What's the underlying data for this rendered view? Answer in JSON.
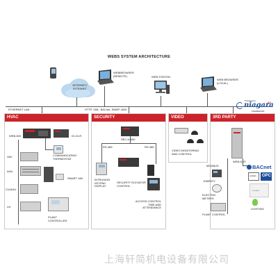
{
  "title": "WEBs SYSTEM ARCHITECTURE",
  "network": {
    "cloud_label": "INTERNET/ INTRANET",
    "webbrowser_remote": "WEBBROWSER (REMOTE)",
    "web_station": "WEB STATION",
    "webbrowser_local": "WEB BROWSER (LOCAL)",
    "ethernet_lan": "ETHERNET LAN",
    "protocols": "HTTP, XML, BACnet, SNMP, oBIX"
  },
  "niagara_logo": {
    "powered_by": "Powered by",
    "name": "niagara",
    "superscript": "AX",
    "framework": "FRAMEWORK"
  },
  "hvac": {
    "header": "HVAC",
    "web600": "WEB-600",
    "io24r": "IO-24-R",
    "vav": "VAV",
    "thermostat": "COMMUNICATING THERMOSTAT",
    "ahu": "AHU",
    "smart_vav": "SMART VAV",
    "cv_ahu": "CV/AHU",
    "uv": "UV",
    "plant_controller": "PLANT CONTROLLER"
  },
  "security": {
    "header": "SECURITY",
    "sec600": "SEC-H-600",
    "rs485_left": "RS-485",
    "rs485_right": "RS-485",
    "intrusion": "INTRUSION KEYPAD DISPLAY",
    "elevator": "SECURITY ELEVATOR CONTROL",
    "access": "ACCESS CONTROL TIME AND ATTENDANCE"
  },
  "video": {
    "header": "VIDEO",
    "monitoring": "VIDEO MONITORING AND CONTROL"
  },
  "third_party": {
    "header": "3RD PARTY",
    "modbus": "MODBUS",
    "energy": "ENERGY",
    "electric_meters": "ELECTRIC METERS",
    "plant_control": "PLANT CONTROL",
    "webnxs": "WEB-NXS",
    "bacnet": "BACnet",
    "lighting": "LIGHTING",
    "logos": [
      "LonMark",
      "OPC",
      "Lumina"
    ]
  },
  "watermark": "上海轩简机电设备有限公司",
  "colors": {
    "accent_red": "#cc2229",
    "bus_line": "#555555",
    "cloud": "#bcd8ee",
    "device_dark": "#3a3a3a",
    "device_gray": "#c9c9c9"
  }
}
